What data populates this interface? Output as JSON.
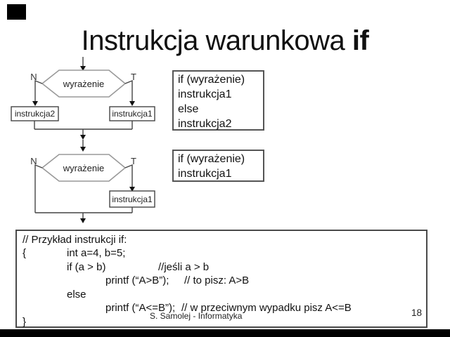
{
  "slide": {
    "title_regular": "Instrukcja warunkowa ",
    "title_bold": "if",
    "footer": "S. Samolej - Informatyka",
    "page_number": "18"
  },
  "flowchart_if_else": {
    "condition": "wyrażenie",
    "no_label": "N",
    "yes_label": "T",
    "false_box": "instrukcja2",
    "true_box": "instrukcja1"
  },
  "flowchart_if": {
    "condition": "wyrażenie",
    "no_label": "N",
    "yes_label": "T",
    "true_box": "instrukcja1"
  },
  "code_box_if_else": {
    "lines": [
      "if (wyrażenie)",
      "instrukcja1",
      "else",
      "instrukcja2"
    ]
  },
  "code_box_if": {
    "lines": [
      "if (wyrażenie)",
      "instrukcja1"
    ]
  },
  "code_example": {
    "lines": [
      {
        "segments": [
          {
            "text": "// Przykład instrukcji if:"
          }
        ]
      },
      {
        "segments": [
          {
            "text": "{"
          },
          {
            "text": "int a=4, b=5;"
          }
        ]
      },
      {
        "segments": [
          {
            "text": "if (a > b)"
          },
          {
            "text": "//jeśli a > b"
          }
        ]
      },
      {
        "segments": [
          {
            "text": "printf (“A>B”);"
          },
          {
            "text": "// to pisz: A>B"
          }
        ]
      },
      {
        "segments": [
          {
            "text": "else"
          }
        ]
      },
      {
        "segments": [
          {
            "text": "printf (“A<=B”);"
          },
          {
            "text": "// w przeciwnym wypadku pisz A<=B"
          }
        ]
      },
      {
        "segments": [
          {
            "text": "}"
          }
        ]
      }
    ]
  },
  "colors": {
    "background": "#ffffff",
    "text": "#111111",
    "hexagon_border": "#999999",
    "box_border": "#444444",
    "bar": "#000000"
  }
}
